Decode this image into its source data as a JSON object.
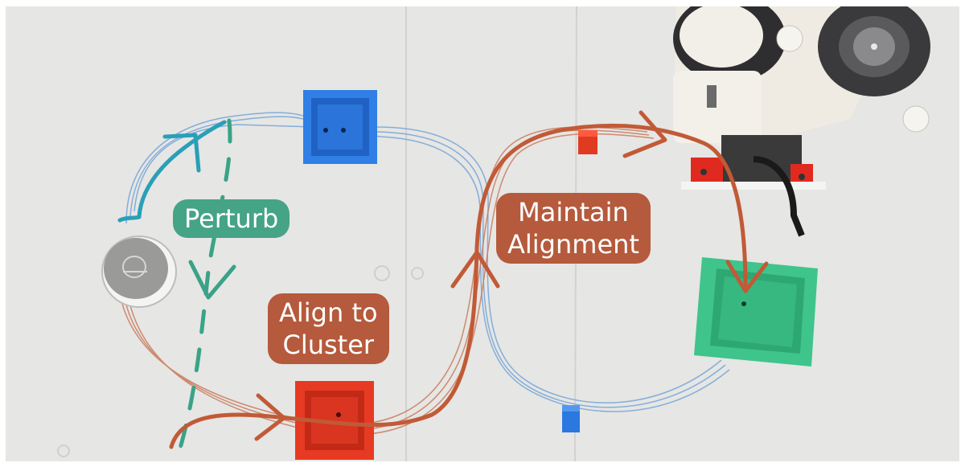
{
  "labels": {
    "perturb": "Perturb",
    "align": {
      "line1": "Align to",
      "line2": "Cluster"
    },
    "maintain": {
      "line1": "Maintain",
      "line2": "Alignment"
    }
  },
  "colors": {
    "perturb_label": "#45a485",
    "rust_label": "#b55a3c",
    "perturb_arrow": "#2a9fb8",
    "dashed_arrow": "#3aa387",
    "trajectory_arrow": "#c15a37",
    "bin_blue": "#2f7fe6",
    "bin_red": "#e63a22",
    "bin_green": "#3fc48c"
  },
  "objects": [
    "blue-bin",
    "red-bin",
    "green-bin",
    "small-red-block",
    "small-blue-block",
    "round-puck",
    "robot-arm"
  ]
}
